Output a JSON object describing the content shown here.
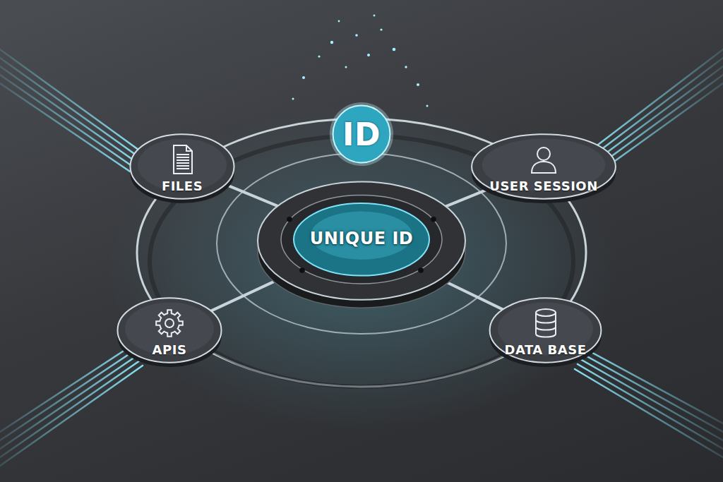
{
  "diagram": {
    "nodes": [
      {
        "text": [
          "ID"
        ]
      },
      {
        "text": [
          "FILES"
        ]
      },
      {
        "text": [
          "USER SESSION"
        ]
      },
      {
        "text": [
          "UNIQUE ID"
        ]
      },
      {
        "text": [
          "APIS"
        ]
      },
      {
        "text": [
          "DATA BASE"
        ]
      }
    ],
    "edges": [
      {
        "from": 3,
        "to": 1,
        "arrow": "none"
      },
      {
        "from": 3,
        "to": 2,
        "arrow": "none"
      },
      {
        "from": 3,
        "to": 4,
        "arrow": "none"
      },
      {
        "from": 3,
        "to": 5,
        "arrow": "none"
      }
    ]
  }
}
